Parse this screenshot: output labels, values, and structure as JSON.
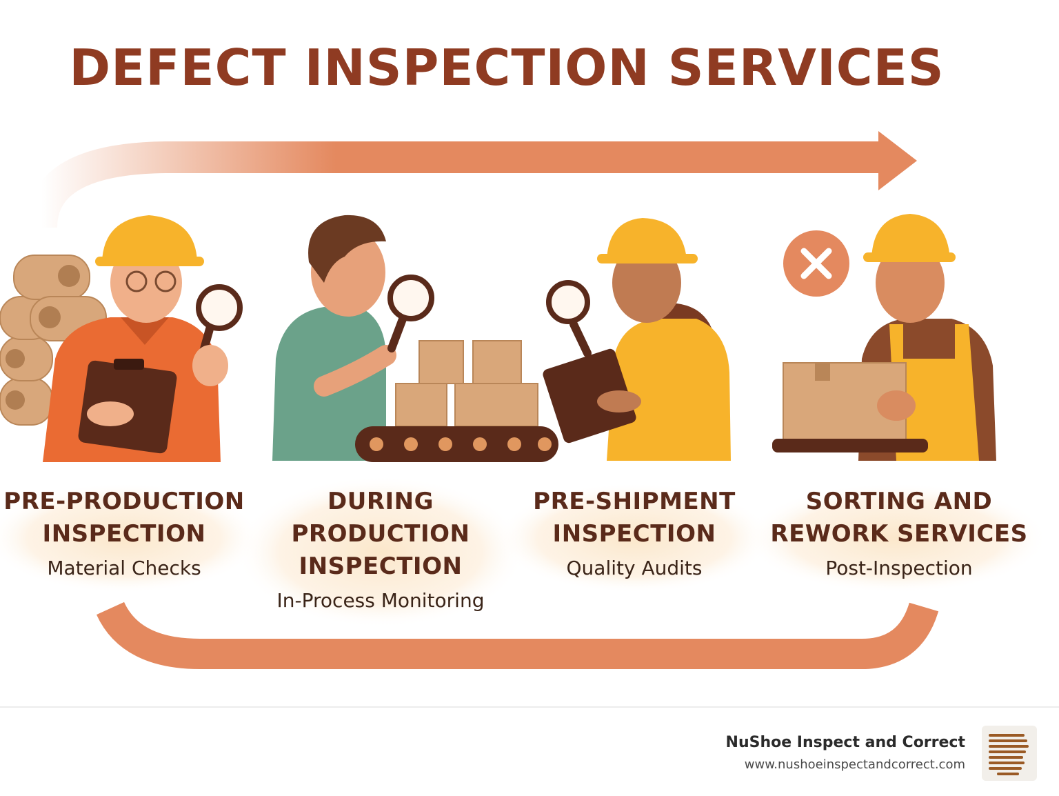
{
  "title": "DEFECT INSPECTION SERVICES",
  "colors": {
    "title": "#8f3b22",
    "arrow": "#e4895f",
    "label_dark": "#5a2a1a",
    "label_glow": "#fbe6c8"
  },
  "stages": [
    {
      "title_lines": [
        "PRE-PRODUCTION",
        "INSPECTION"
      ],
      "subtitle": "Material Checks",
      "icon": "inspector-with-clipboard-and-magnifier-icon"
    },
    {
      "title_lines": [
        "DURING",
        "PRODUCTION",
        "INSPECTION"
      ],
      "subtitle": "In-Process Monitoring",
      "icon": "worker-inspecting-conveyor-boxes-icon"
    },
    {
      "title_lines": [
        "PRE-SHIPMENT",
        "INSPECTION"
      ],
      "subtitle": "Quality Audits",
      "icon": "inspector-with-tablet-and-magnifier-icon"
    },
    {
      "title_lines": [
        "SORTING AND",
        "REWORK SERVICES"
      ],
      "subtitle": "Post-Inspection",
      "icon": "worker-holding-box-with-reject-mark-icon"
    }
  ],
  "footer": {
    "company": "NuShoe Inspect and Correct",
    "url": "www.nushoeinspectandcorrect.com",
    "logo_icon": "shoe-outline-logo-icon"
  }
}
